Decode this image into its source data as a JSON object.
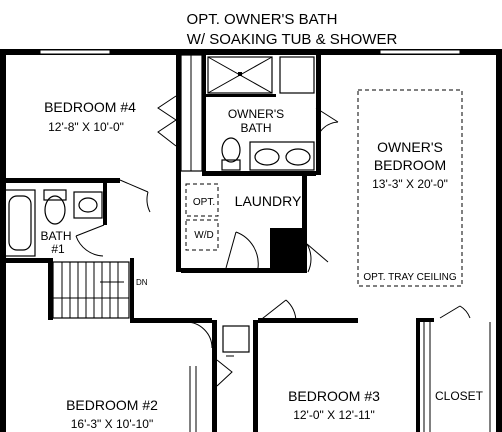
{
  "header": {
    "line1": "OPT. OWNER'S BATH",
    "line2": "W/ SOAKING TUB & SHOWER"
  },
  "rooms": {
    "bedroom4": {
      "name": "BEDROOM #4",
      "size": "12'-8\" X 10'-0\""
    },
    "owners_bath": {
      "name_line1": "OWNER'S",
      "name_line2": "BATH"
    },
    "owners_bedroom": {
      "name_line1": "OWNER'S",
      "name_line2": "BEDROOM",
      "size": "13'-3\" X 20'-0\""
    },
    "tray_ceiling": {
      "label": "OPT. TRAY CEILING"
    },
    "laundry": {
      "name": "LAUNDRY"
    },
    "opt_label": {
      "name": "OPT."
    },
    "wd_label": {
      "name": "W/D"
    },
    "bath1": {
      "name_line1": "BATH",
      "name_line2": "#1"
    },
    "stairs": {
      "label": "DN"
    },
    "bedroom2": {
      "name": "BEDROOM #2",
      "size": "16'-3\" X 10'-10\""
    },
    "bedroom3": {
      "name": "BEDROOM #3",
      "size": "12'-0\" X 12'-11\""
    },
    "closet": {
      "name": "CLOSET"
    }
  }
}
